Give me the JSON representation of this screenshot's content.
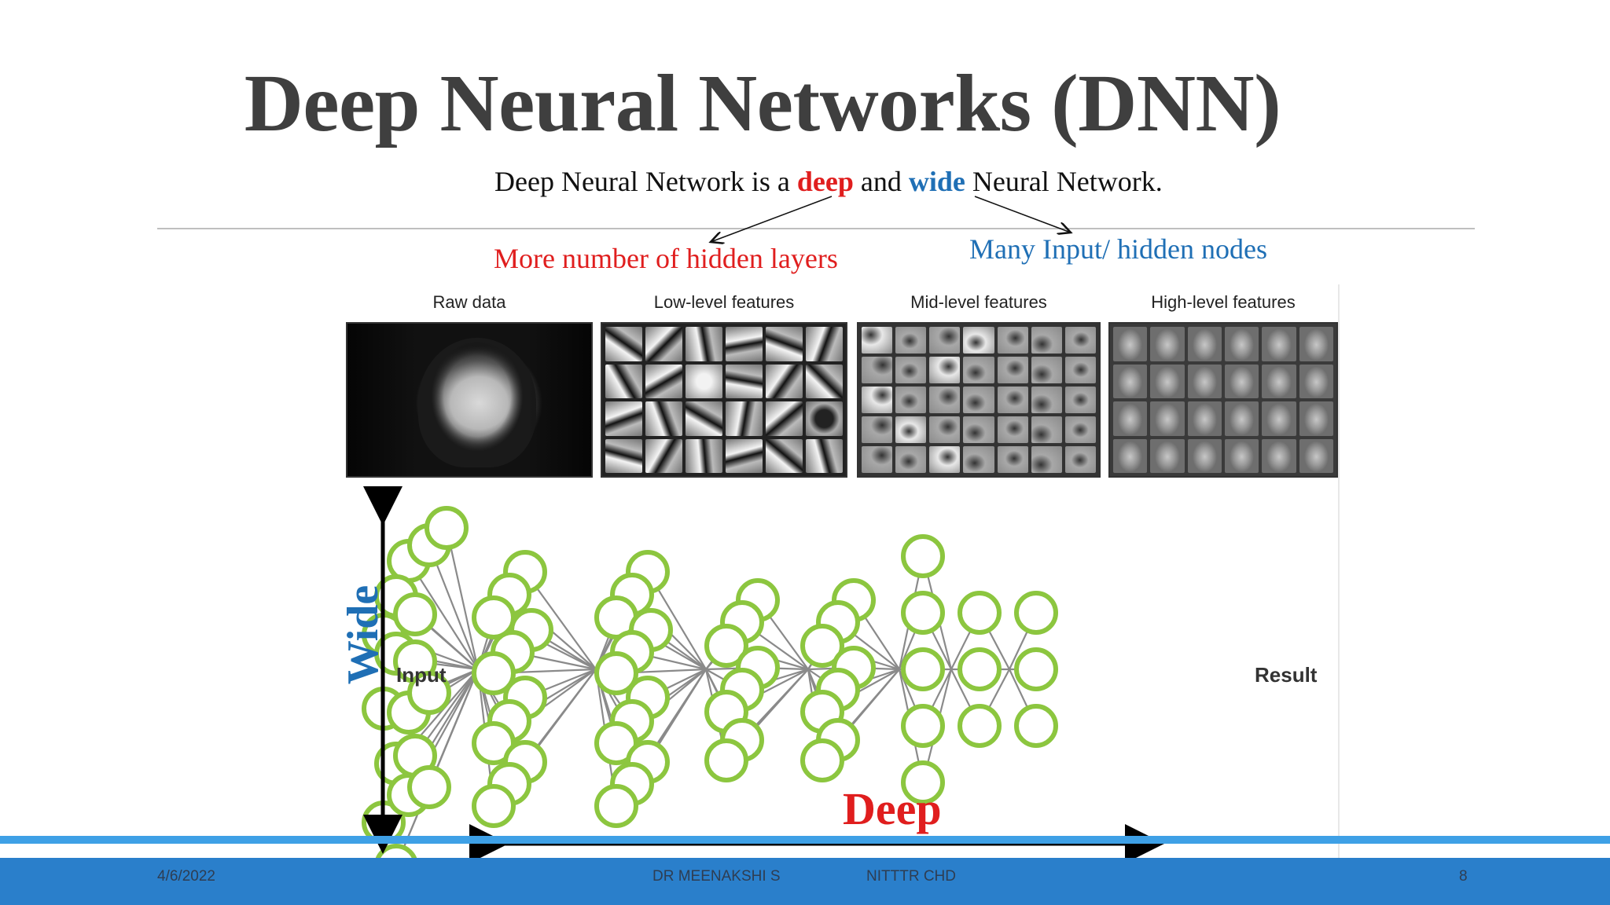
{
  "slide": {
    "title": "Deep Neural Networks (DNN)",
    "subtitle": {
      "part1": "Deep Neural Network is a ",
      "deep_word": "deep",
      "part2": " and ",
      "wide_word": "wide",
      "part3": " Neural Network."
    },
    "annotation_left": "More number of hidden layers",
    "annotation_right": "Many Input/ hidden nodes",
    "colors": {
      "deep": "#e01e1e",
      "wide": "#1f6fb5",
      "title": "#3f3f3f",
      "node_stroke": "#8cc63f",
      "footer": "#2a7fcb"
    }
  },
  "figure": {
    "panel_labels": [
      "Raw data",
      "Low-level features",
      "Mid-level features",
      "High-level features"
    ],
    "input_label": "Input",
    "result_label": "Result",
    "axis_wide": "Wide",
    "axis_deep": "Deep"
  },
  "footer": {
    "date": "4/6/2022",
    "author": "DR MEENAKSHI S",
    "org": "NITTTR CHD",
    "page": "8"
  }
}
